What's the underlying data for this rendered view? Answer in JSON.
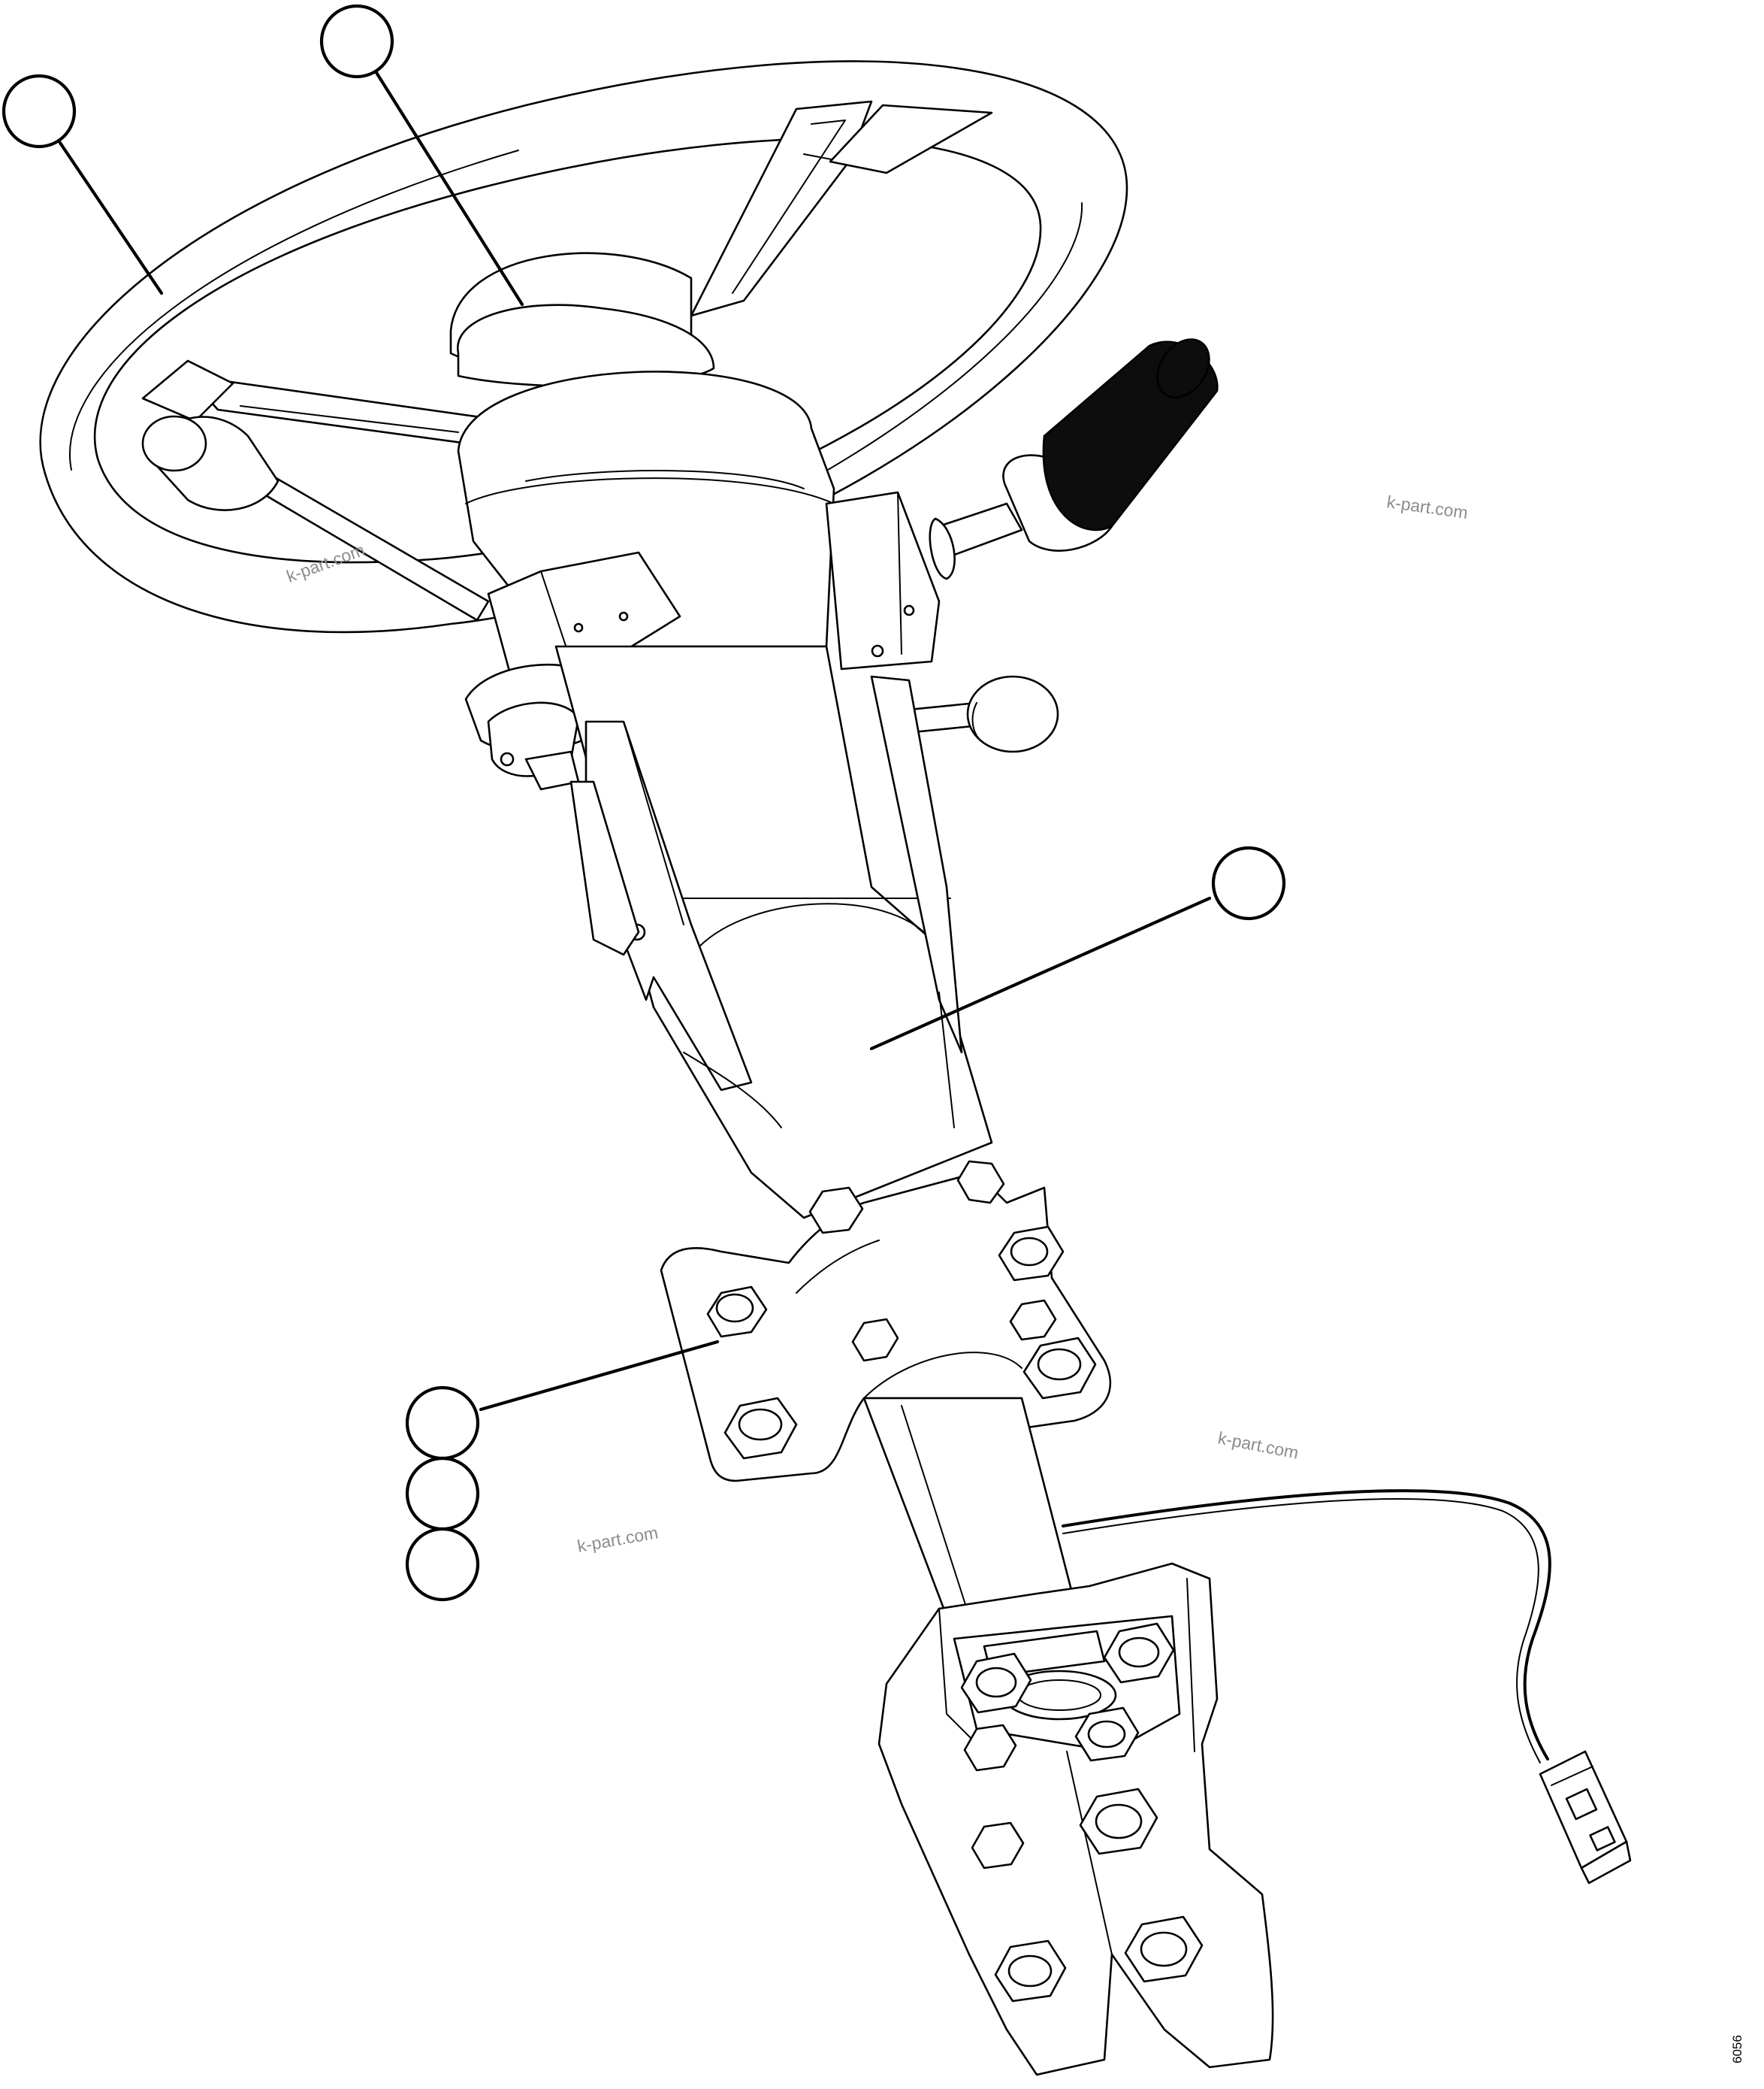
{
  "watermarks": [
    {
      "text": "k-part.com"
    },
    {
      "text": "k-part.com"
    },
    {
      "text": "k-part.com"
    },
    {
      "text": "k-part.com"
    }
  ],
  "drawing_code": "6056",
  "callouts": [
    {
      "text": ""
    },
    {
      "text": ""
    },
    {
      "text": ""
    },
    {
      "text": ""
    },
    {
      "text": ""
    },
    {
      "text": ""
    }
  ]
}
